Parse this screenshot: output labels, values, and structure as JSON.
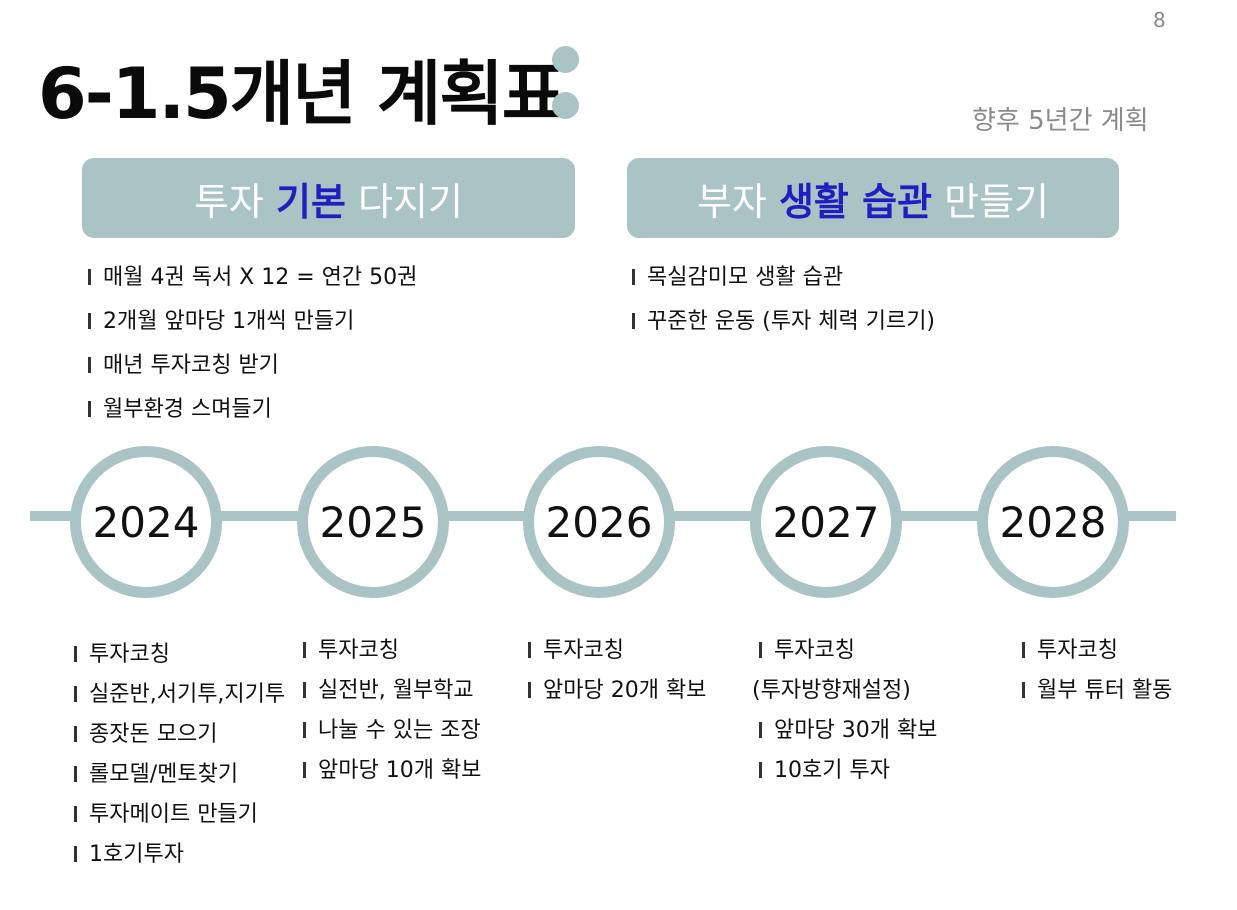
{
  "page_number": "8",
  "title": "6-1.5개년 계획표",
  "subtitle": "향후 5년간 계획",
  "banners": [
    {
      "before": "투자 ",
      "highlight": "기본",
      "after": " 다지기",
      "items": [
        "매월 4권 독서 X 12 = 연간 50권",
        "2개월 앞마당 1개씩 만들기",
        "매년 투자코칭 받기",
        "월부환경 스며들기"
      ]
    },
    {
      "before": "부자 ",
      "highlight": "생활 습관",
      "after": " 만들기",
      "items": [
        "목실감미모 생활 습관",
        "꾸준한 운동 (투자 체력 기르기)"
      ]
    }
  ],
  "timeline": [
    {
      "year": "2024",
      "items": [
        "투자코칭",
        "실준반,서기투,지기투",
        "종잣돈 모으기",
        "롤모델/멘토찾기",
        "투자메이트 만들기",
        "1호기투자"
      ]
    },
    {
      "year": "2025",
      "items": [
        "투자코칭",
        "실전반, 월부학교",
        "나눌 수 있는 조장",
        "앞마당 10개 확보"
      ]
    },
    {
      "year": "2026",
      "items": [
        "투자코칭",
        "앞마당 20개 확보"
      ]
    },
    {
      "year": "2027",
      "items": [
        "투자코칭",
        "(투자방향재설정)",
        "앞마당 30개 확보",
        "10호기 투자"
      ]
    },
    {
      "year": "2028",
      "items": [
        "투자코칭",
        "월부 튜터 활동"
      ]
    }
  ],
  "colors": {
    "accent": "#aac3c4",
    "highlight": "#1f1fbf",
    "muted": "#8a8a8a"
  }
}
